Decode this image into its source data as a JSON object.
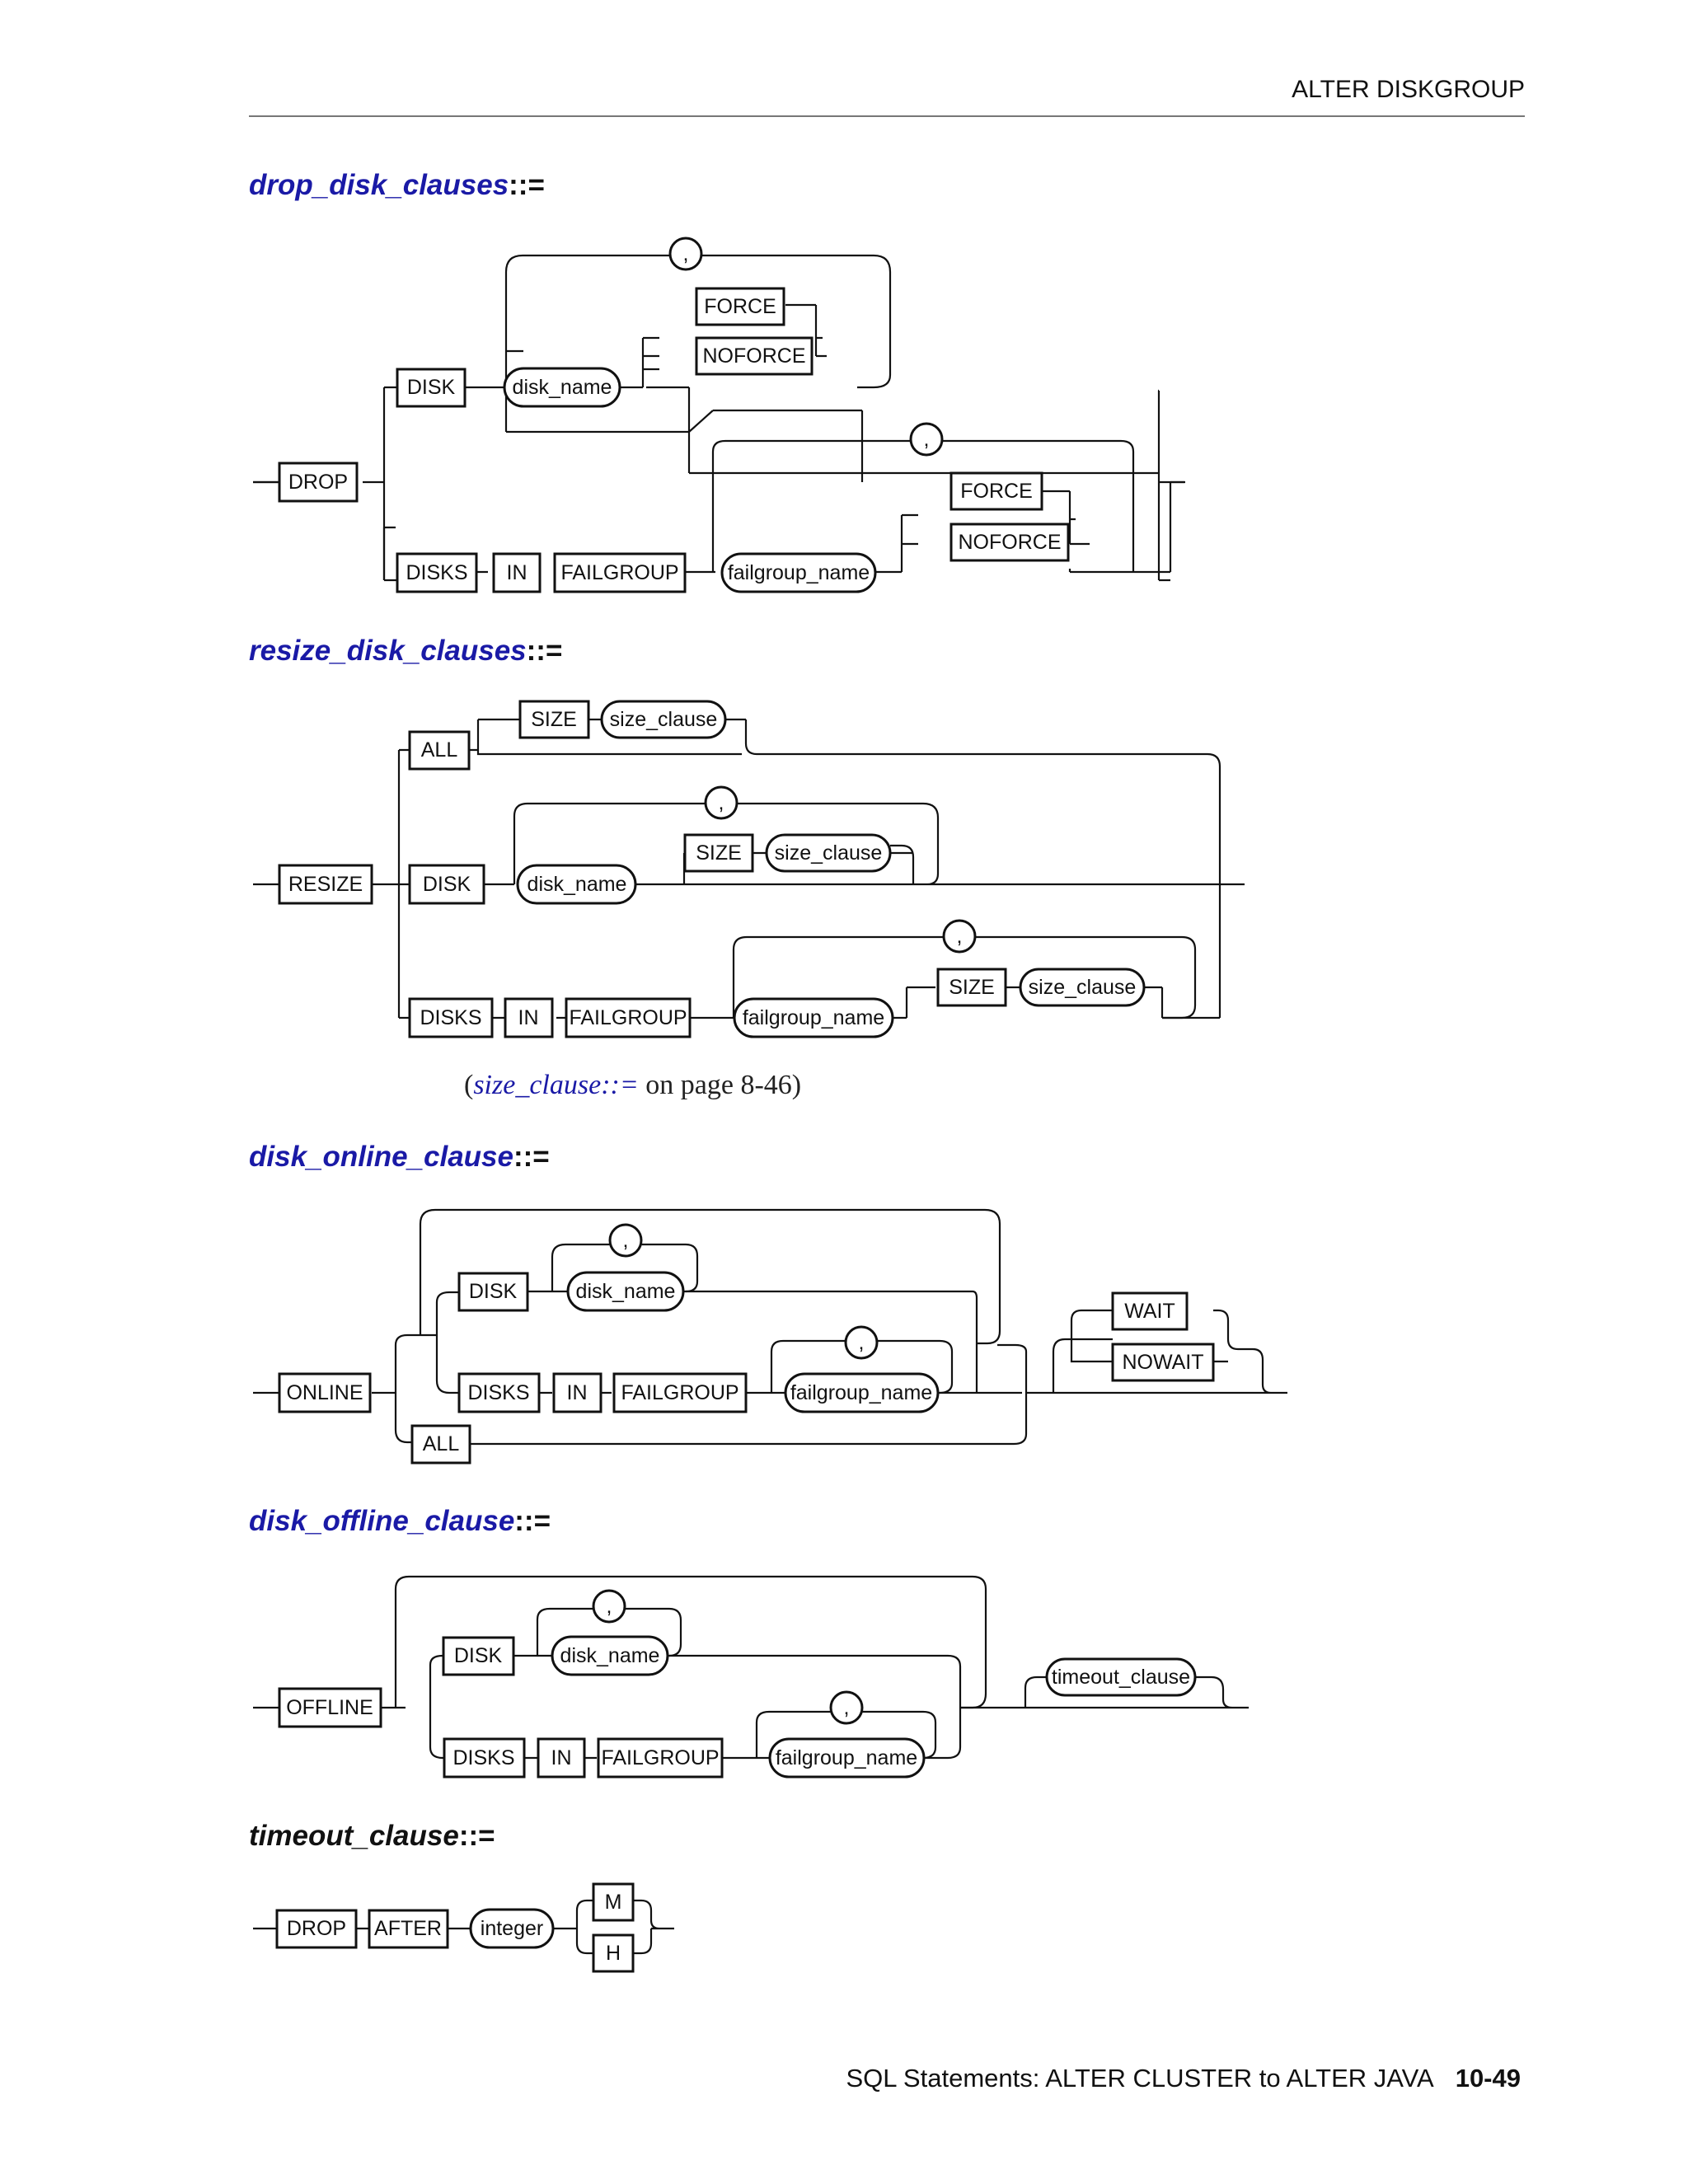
{
  "header": {
    "title": "ALTER DISKGROUP"
  },
  "sections": [
    {
      "name": "drop_disk_clauses",
      "op": "::="
    },
    {
      "name": "resize_disk_clauses",
      "op": "::="
    },
    {
      "name": "disk_online_clause",
      "op": "::="
    },
    {
      "name": "disk_offline_clause",
      "op": "::="
    },
    {
      "name": "timeout_clause",
      "op": "::="
    }
  ],
  "diagrams": {
    "drop": {
      "drop": "DROP",
      "disk": "DISK",
      "disk_name": "disk_name",
      "comma1": ",",
      "force1": "FORCE",
      "noforce1": "NOFORCE",
      "disks": "DISKS",
      "in": "IN",
      "failgroup": "FAILGROUP",
      "failgroup_name": "failgroup_name",
      "comma2": ",",
      "force2": "FORCE",
      "noforce2": "NOFORCE"
    },
    "resize": {
      "resize": "RESIZE",
      "all": "ALL",
      "size1": "SIZE",
      "size_clause1": "size_clause",
      "disk": "DISK",
      "disk_name": "disk_name",
      "comma1": ",",
      "size2": "SIZE",
      "size_clause2": "size_clause",
      "disks": "DISKS",
      "in": "IN",
      "failgroup": "FAILGROUP",
      "failgroup_name": "failgroup_name",
      "comma2": ",",
      "size3": "SIZE",
      "size_clause3": "size_clause"
    },
    "online": {
      "online": "ONLINE",
      "disk": "DISK",
      "disk_name": "disk_name",
      "comma1": ",",
      "disks": "DISKS",
      "in": "IN",
      "failgroup": "FAILGROUP",
      "failgroup_name": "failgroup_name",
      "comma2": ",",
      "all": "ALL",
      "wait": "WAIT",
      "nowait": "NOWAIT"
    },
    "offline": {
      "offline": "OFFLINE",
      "disk": "DISK",
      "disk_name": "disk_name",
      "comma1": ",",
      "disks": "DISKS",
      "in": "IN",
      "failgroup": "FAILGROUP",
      "failgroup_name": "failgroup_name",
      "comma2": ",",
      "timeout_clause": "timeout_clause"
    },
    "timeout": {
      "drop": "DROP",
      "after": "AFTER",
      "integer": "integer",
      "m": "M",
      "h": "H"
    }
  },
  "xref": {
    "link": "size_clause::=",
    "rest": " on page 8-46",
    "open": "(",
    "close": ")"
  },
  "footer": {
    "text": "SQL Statements: ALTER CLUSTER to ALTER JAVA",
    "page": "10-49"
  }
}
